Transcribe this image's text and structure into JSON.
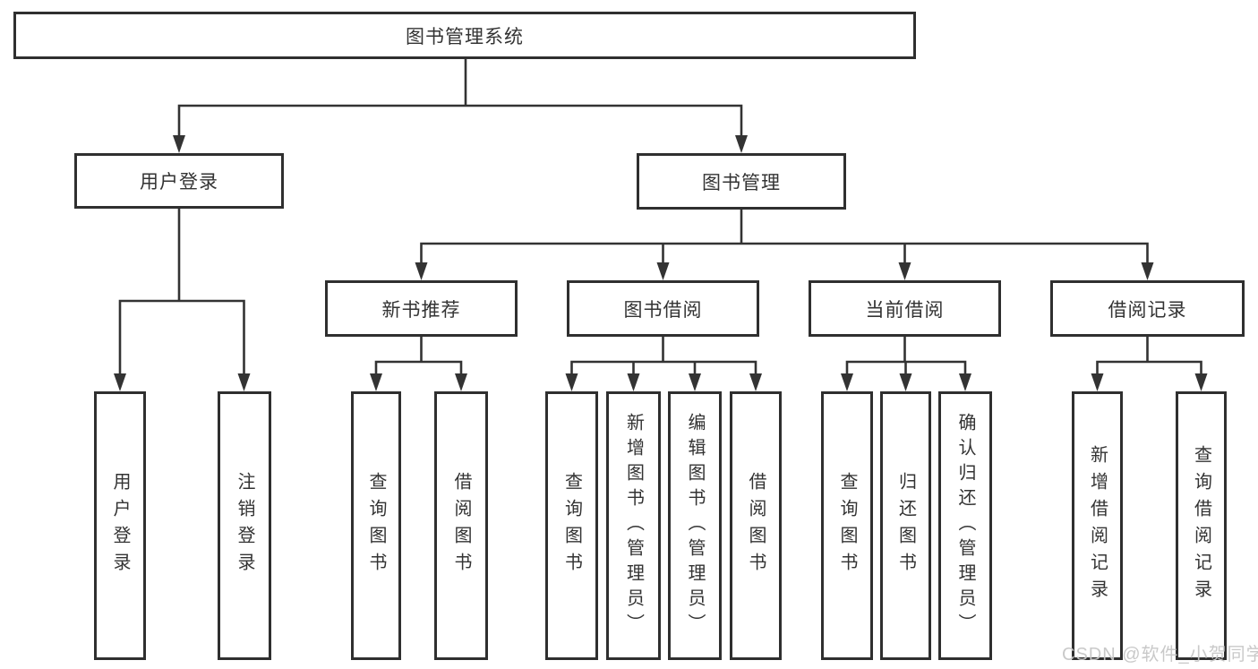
{
  "diagram": {
    "title": "图书管理系统",
    "branches": [
      {
        "label": "用户登录",
        "children": [
          {
            "label": "用户登录"
          },
          {
            "label": "注销登录"
          }
        ]
      },
      {
        "label": "图书管理",
        "children": [
          {
            "label": "新书推荐",
            "children": [
              {
                "label": "查询图书"
              },
              {
                "label": "借阅图书"
              }
            ]
          },
          {
            "label": "图书借阅",
            "children": [
              {
                "label": "查询图书"
              },
              {
                "label": "新增图书（管理员）"
              },
              {
                "label": "编辑图书（管理员）"
              },
              {
                "label": "借阅图书"
              }
            ]
          },
          {
            "label": "当前借阅",
            "children": [
              {
                "label": "查询图书"
              },
              {
                "label": "归还图书"
              },
              {
                "label": "确认归还（管理员）"
              }
            ]
          },
          {
            "label": "借阅记录",
            "children": [
              {
                "label": "新增借阅记录"
              },
              {
                "label": "查询借阅记录"
              }
            ]
          }
        ]
      }
    ]
  },
  "watermark": {
    "text": "CSDN @软件_小贺同学"
  },
  "colors": {
    "line": "#333333",
    "border": "#2f2f2f",
    "text": "#333333",
    "background": "#ffffff",
    "watermark": "#c7c7c7"
  }
}
